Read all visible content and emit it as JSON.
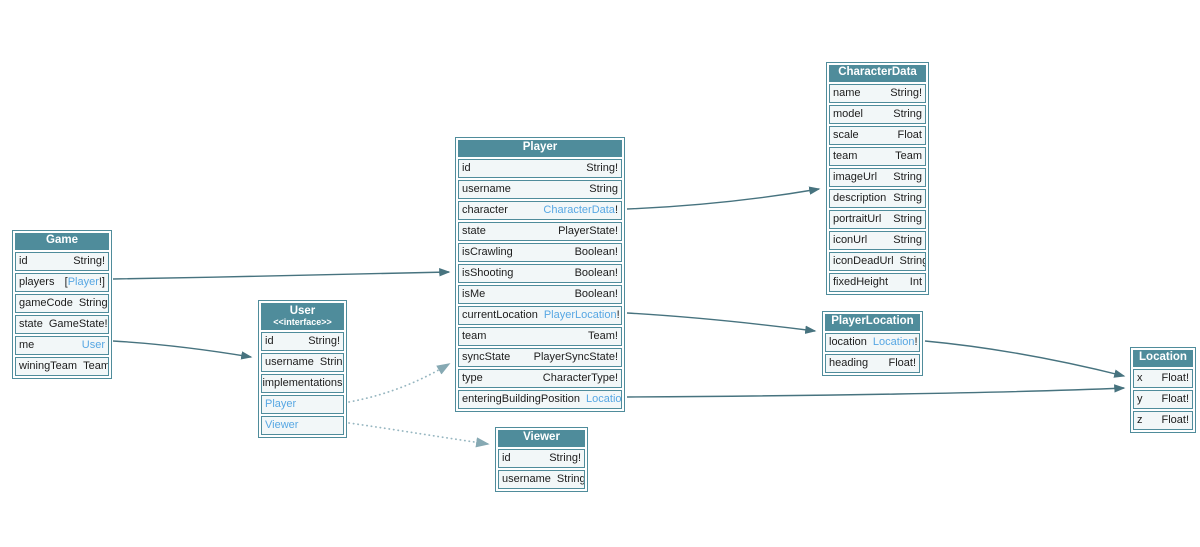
{
  "diagram": {
    "colors": {
      "header_bg": "#4f8c9b",
      "table_border": "#4f8c9b",
      "row_bg": "#f2f7f8",
      "link_text": "#57a7e3",
      "field_text": "#1c1c1c",
      "edge": "#47737f",
      "edge_dotted": "#96b6c0",
      "background": "#ffffff"
    },
    "tables": [
      {
        "id": "game",
        "title": "Game",
        "rows": [
          {
            "name": "id",
            "t": [
              [
                "String!",
                0
              ]
            ]
          },
          {
            "name": "players",
            "t": [
              [
                "[",
                0
              ],
              [
                "Player",
                1
              ],
              [
                "!]",
                0
              ]
            ]
          },
          {
            "name": "gameCode",
            "t": [
              [
                "String!",
                0
              ]
            ]
          },
          {
            "name": "state",
            "t": [
              [
                "GameState!",
                0
              ]
            ]
          },
          {
            "name": "me",
            "t": [
              [
                "User",
                1
              ]
            ]
          },
          {
            "name": "winingTeam",
            "t": [
              [
                "Team",
                0
              ]
            ]
          }
        ]
      },
      {
        "id": "user",
        "title": "User",
        "stereotype": "<<interface>>",
        "rows": [
          {
            "name": "id",
            "t": [
              [
                "String!",
                0
              ]
            ]
          },
          {
            "name": "username",
            "t": [
              [
                "String",
                0
              ]
            ]
          },
          {
            "section": "implementations"
          },
          {
            "link": "Player"
          },
          {
            "link": "Viewer"
          }
        ]
      },
      {
        "id": "player",
        "title": "Player",
        "rows": [
          {
            "name": "id",
            "t": [
              [
                "String!",
                0
              ]
            ]
          },
          {
            "name": "username",
            "t": [
              [
                "String",
                0
              ]
            ]
          },
          {
            "name": "character",
            "t": [
              [
                "CharacterData",
                1
              ],
              [
                "!",
                0
              ]
            ]
          },
          {
            "name": "state",
            "t": [
              [
                "PlayerState!",
                0
              ]
            ]
          },
          {
            "name": "isCrawling",
            "t": [
              [
                "Boolean!",
                0
              ]
            ]
          },
          {
            "name": "isShooting",
            "t": [
              [
                "Boolean!",
                0
              ]
            ]
          },
          {
            "name": "isMe",
            "t": [
              [
                "Boolean!",
                0
              ]
            ]
          },
          {
            "name": "currentLocation",
            "t": [
              [
                "PlayerLocation",
                1
              ],
              [
                "!",
                0
              ]
            ]
          },
          {
            "name": "team",
            "t": [
              [
                "Team!",
                0
              ]
            ]
          },
          {
            "name": "syncState",
            "t": [
              [
                "PlayerSyncState!",
                0
              ]
            ]
          },
          {
            "name": "type",
            "t": [
              [
                "CharacterType!",
                0
              ]
            ]
          },
          {
            "name": "enteringBuildingPosition",
            "t": [
              [
                "Location",
                1
              ]
            ]
          }
        ]
      },
      {
        "id": "viewer",
        "title": "Viewer",
        "rows": [
          {
            "name": "id",
            "t": [
              [
                "String!",
                0
              ]
            ]
          },
          {
            "name": "username",
            "t": [
              [
                "String",
                0
              ]
            ]
          }
        ]
      },
      {
        "id": "characterData",
        "title": "CharacterData",
        "rows": [
          {
            "name": "name",
            "t": [
              [
                "String!",
                0
              ]
            ]
          },
          {
            "name": "model",
            "t": [
              [
                "String",
                0
              ]
            ]
          },
          {
            "name": "scale",
            "t": [
              [
                "Float",
                0
              ]
            ]
          },
          {
            "name": "team",
            "t": [
              [
                "Team",
                0
              ]
            ]
          },
          {
            "name": "imageUrl",
            "t": [
              [
                "String",
                0
              ]
            ]
          },
          {
            "name": "description",
            "t": [
              [
                "String",
                0
              ]
            ]
          },
          {
            "name": "portraitUrl",
            "t": [
              [
                "String",
                0
              ]
            ]
          },
          {
            "name": "iconUrl",
            "t": [
              [
                "String",
                0
              ]
            ]
          },
          {
            "name": "iconDeadUrl",
            "t": [
              [
                "String",
                0
              ]
            ]
          },
          {
            "name": "fixedHeight",
            "t": [
              [
                "Int",
                0
              ]
            ]
          }
        ]
      },
      {
        "id": "playerLocation",
        "title": "PlayerLocation",
        "rows": [
          {
            "name": "location",
            "t": [
              [
                "Location",
                1
              ],
              [
                "!",
                0
              ]
            ]
          },
          {
            "name": "heading",
            "t": [
              [
                "Float!",
                0
              ]
            ]
          }
        ]
      },
      {
        "id": "location",
        "title": "Location",
        "rows": [
          {
            "name": "x",
            "t": [
              [
                "Float!",
                0
              ]
            ]
          },
          {
            "name": "y",
            "t": [
              [
                "Float!",
                0
              ]
            ]
          },
          {
            "name": "z",
            "t": [
              [
                "Float!",
                0
              ]
            ]
          }
        ]
      }
    ],
    "edges": [
      {
        "from": "Game.players",
        "to": "Player",
        "style": "solid"
      },
      {
        "from": "Game.me",
        "to": "User",
        "style": "solid"
      },
      {
        "from": "User.implementations",
        "to": "Player",
        "style": "dotted"
      },
      {
        "from": "User.implementations",
        "to": "Viewer",
        "style": "dotted"
      },
      {
        "from": "Player.character",
        "to": "CharacterData",
        "style": "solid"
      },
      {
        "from": "Player.currentLocation",
        "to": "PlayerLocation",
        "style": "solid"
      },
      {
        "from": "Player.enteringBuildingPosition",
        "to": "Location",
        "style": "solid"
      },
      {
        "from": "PlayerLocation.location",
        "to": "Location",
        "style": "solid"
      }
    ]
  }
}
